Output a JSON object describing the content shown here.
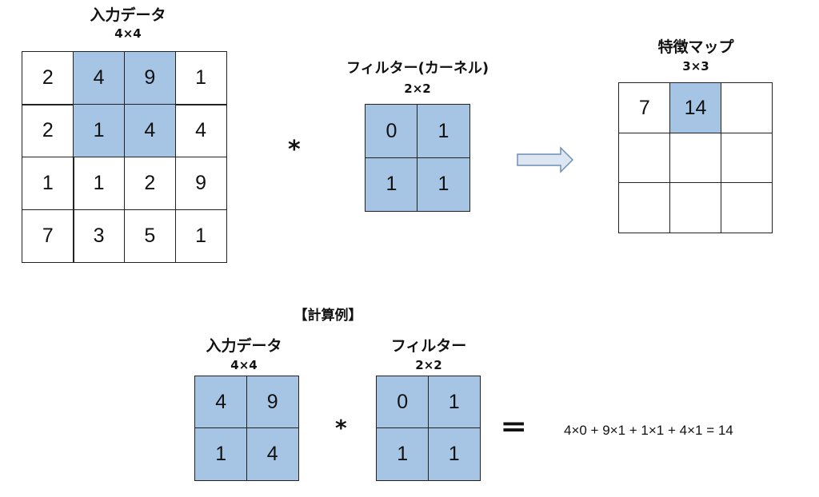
{
  "top": {
    "input": {
      "title": "入力データ",
      "dim": "4×4",
      "cells": [
        [
          "2",
          "4",
          "9",
          "1"
        ],
        [
          "2",
          "1",
          "4",
          "4"
        ],
        [
          "1",
          "1",
          "2",
          "9"
        ],
        [
          "7",
          "3",
          "5",
          "1"
        ]
      ],
      "highlight": [
        [
          0,
          1
        ],
        [
          0,
          2
        ],
        [
          1,
          1
        ],
        [
          1,
          2
        ]
      ]
    },
    "operator": "*",
    "filter": {
      "title": "フィルター(カーネル)",
      "dim": "2×2",
      "cells": [
        [
          "0",
          "1"
        ],
        [
          "1",
          "1"
        ]
      ]
    },
    "output": {
      "title": "特徴マップ",
      "dim": "3×3",
      "cells": [
        [
          "7",
          "14",
          ""
        ],
        [
          "",
          "",
          ""
        ],
        [
          "",
          "",
          ""
        ]
      ],
      "highlight": [
        [
          0,
          1
        ]
      ]
    }
  },
  "example": {
    "heading": "【計算例】",
    "input": {
      "title": "入力データ",
      "dim": "4×4",
      "cells": [
        [
          "4",
          "9"
        ],
        [
          "1",
          "4"
        ]
      ]
    },
    "operator": "*",
    "filter": {
      "title": "フィルター",
      "dim": "2×2",
      "cells": [
        [
          "0",
          "1"
        ],
        [
          "1",
          "1"
        ]
      ]
    },
    "equals": "=",
    "formula": "4×0 + 9×1 + 1×1 + 4×1 = 14"
  },
  "colors": {
    "highlight": "#a6c4e4",
    "border": "#222222",
    "arrow_fill": "#dde7f3",
    "arrow_stroke": "#6e8fb4"
  }
}
